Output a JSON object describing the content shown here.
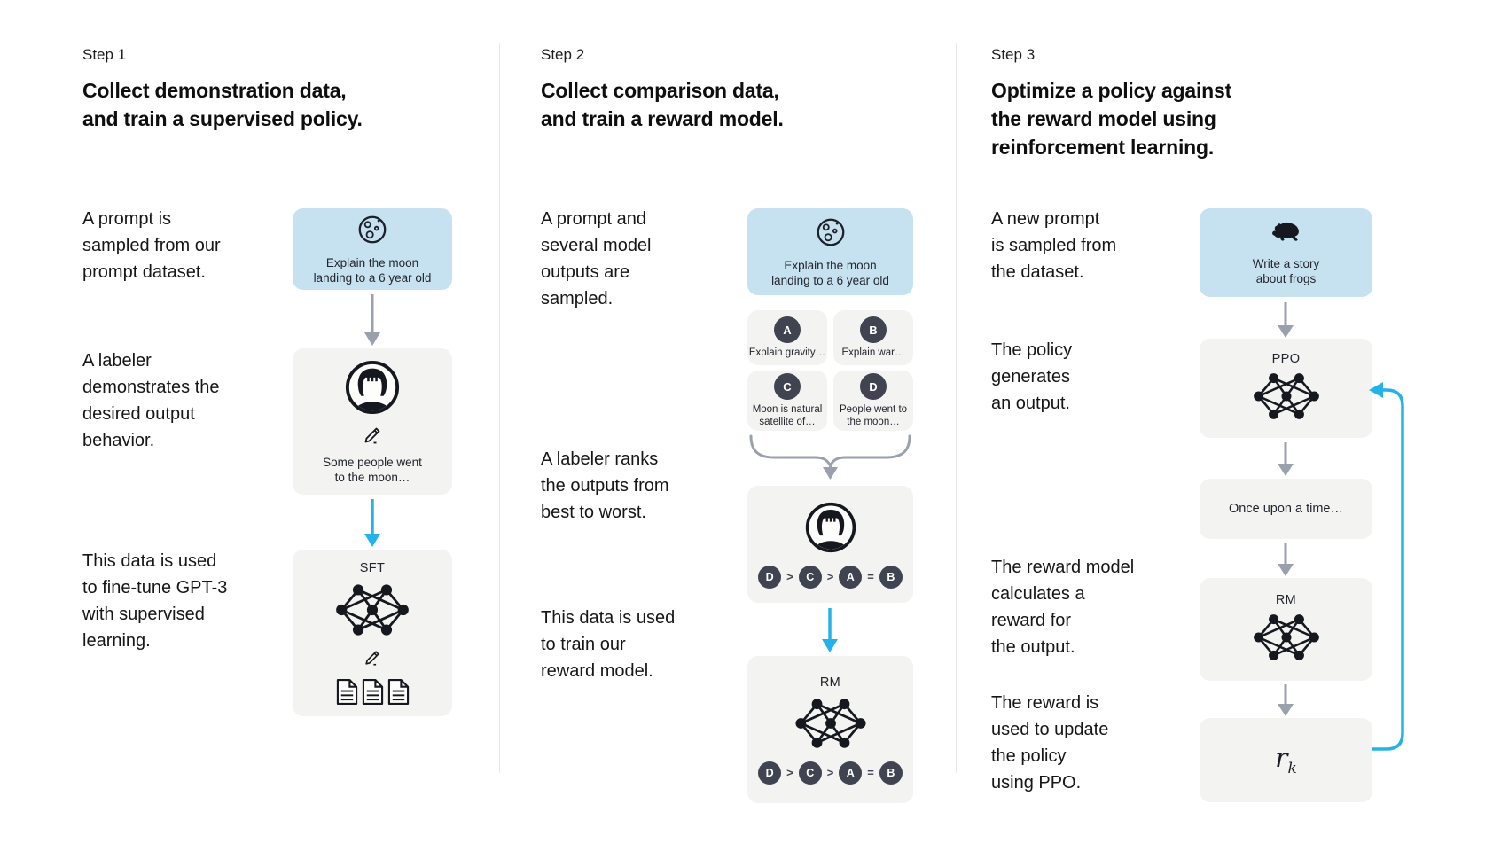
{
  "colors": {
    "prompt_box_bg": "#c6e1ef",
    "module_box_bg": "#f3f3f1",
    "badge_bg": "#3f4450",
    "flow_arrow_gray": "#9aa0ac",
    "highlight_arrow_cyan": "#25b2ea",
    "text": "#141414"
  },
  "step1": {
    "label": "Step 1",
    "title": "Collect demonstration data,\nand train a supervised policy.",
    "captions": {
      "prompt": "A prompt is\nsampled from our\nprompt dataset.",
      "labeler": "A labeler\ndemonstrates the\ndesired output\nbehavior.",
      "finetune": "This data is used\nto fine-tune GPT-3\nwith supervised\nlearning."
    },
    "prompt_box": "Explain the moon\nlanding to a 6 year old",
    "labeler_box": "Some people went\nto the moon…",
    "model_label": "SFT"
  },
  "step2": {
    "label": "Step 2",
    "title": "Collect comparison data,\nand train a reward model.",
    "captions": {
      "prompt": "A prompt and\nseveral model\noutputs are\nsampled.",
      "labeler": "A labeler ranks\nthe outputs from\nbest to worst.",
      "train": "This data is used\nto train our\nreward model."
    },
    "prompt_box": "Explain the moon\nlanding to a 6 year old",
    "outputs": [
      {
        "id": "A",
        "text": "Explain gravity…"
      },
      {
        "id": "B",
        "text": "Explain war…"
      },
      {
        "id": "C",
        "text": "Moon is natural\nsatellite of…"
      },
      {
        "id": "D",
        "text": "People went to\nthe moon…"
      }
    ],
    "ranking": {
      "items": [
        "D",
        "C",
        "A",
        "B"
      ],
      "ops": [
        ">",
        ">",
        "="
      ]
    },
    "model_label": "RM"
  },
  "step3": {
    "label": "Step 3",
    "title": "Optimize a policy against\nthe reward model using\nreinforcement learning.",
    "captions": {
      "prompt": "A new prompt\nis sampled from\nthe dataset.",
      "policy": "The policy\ngenerates\nan output.",
      "reward": "The reward model\ncalculates a\nreward for\nthe output.",
      "update": "The reward is\nused to update\nthe policy\nusing PPO."
    },
    "prompt_box": "Write a story\nabout frogs",
    "policy_label": "PPO",
    "output_box": "Once upon a time…",
    "model_label": "RM",
    "reward_label": "r",
    "reward_sub": "k"
  }
}
